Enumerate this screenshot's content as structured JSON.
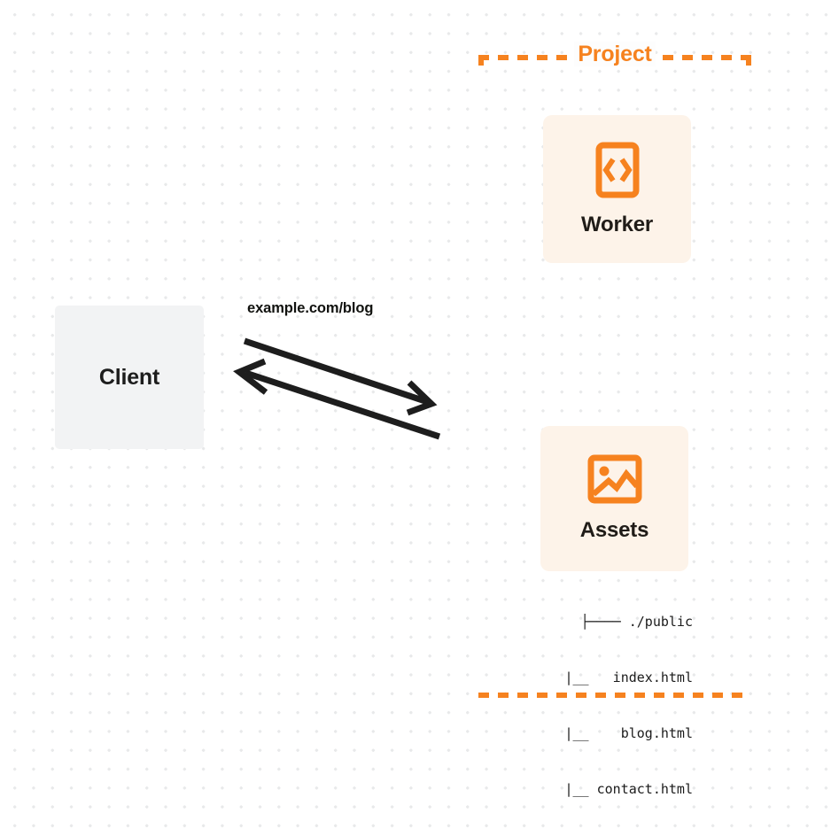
{
  "diagram": {
    "title": "Project",
    "accent_color": "#f6821f",
    "card_background": "#fdf3e9",
    "client_background": "#f2f3f4",
    "background_color": "#ffffff",
    "dot_color": "#e8e9ea"
  },
  "client": {
    "label": "Client"
  },
  "connection": {
    "label": "example.com/blog",
    "request_direction": "client-to-project",
    "response_direction": "project-to-client"
  },
  "project": {
    "title": "Project",
    "cards": [
      {
        "label": "Worker",
        "icon": "code-brackets-icon"
      },
      {
        "label": "Assets",
        "icon": "image-icon"
      }
    ],
    "file_tree": [
      "├──── ./public",
      "    |__   index.html",
      "    |__    blog.html",
      "    |__ contact.html"
    ]
  }
}
